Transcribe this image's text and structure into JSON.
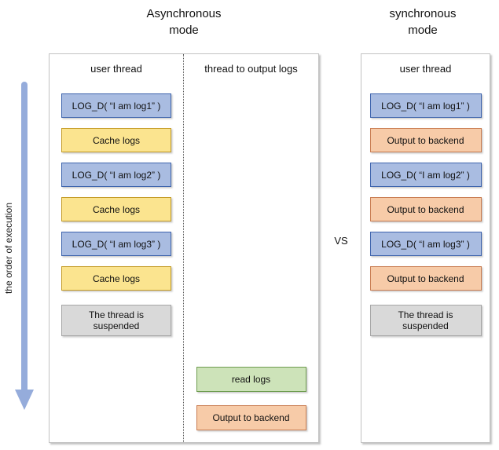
{
  "palette": {
    "blue": {
      "fill": "#a9bce1",
      "border": "#3e64ad"
    },
    "yellow": {
      "fill": "#fbe48f",
      "border": "#c49b26"
    },
    "orange": {
      "fill": "#f7cba8",
      "border": "#c97d52"
    },
    "green": {
      "fill": "#cde3b9",
      "border": "#6e9c50"
    },
    "gray": {
      "fill": "#d9d9d9",
      "border": "#a6a6a6"
    },
    "arrow": {
      "fill": "#95acdb",
      "border": "#95acdb"
    }
  },
  "execution_axis_label": "the order of execution",
  "vs_label": "VS",
  "async_panel": {
    "title_line1": "Asynchronous",
    "title_line2": "mode",
    "user_thread": {
      "header": "user thread",
      "boxes": [
        {
          "label": "LOG_D( “I am log1” )",
          "color": "blue"
        },
        {
          "label": "Cache logs",
          "color": "yellow"
        },
        {
          "label": "LOG_D( “I am log2” )",
          "color": "blue"
        },
        {
          "label": "Cache logs",
          "color": "yellow"
        },
        {
          "label": "LOG_D( “I am log3” )",
          "color": "blue"
        },
        {
          "label": "Cache logs",
          "color": "yellow"
        },
        {
          "label": "The thread is suspended",
          "color": "gray"
        }
      ]
    },
    "output_thread": {
      "header": "thread to output logs",
      "boxes": [
        {
          "label": "read logs",
          "color": "green"
        },
        {
          "label": "Output to backend",
          "color": "orange"
        }
      ]
    }
  },
  "sync_panel": {
    "title_line1": "synchronous",
    "title_line2": "mode",
    "user_thread": {
      "header": "user thread",
      "boxes": [
        {
          "label": "LOG_D( “I am log1” )",
          "color": "blue"
        },
        {
          "label": "Output to backend",
          "color": "orange"
        },
        {
          "label": "LOG_D( “I am log2” )",
          "color": "blue"
        },
        {
          "label": "Output to backend",
          "color": "orange"
        },
        {
          "label": "LOG_D( “I am log3” )",
          "color": "blue"
        },
        {
          "label": "Output to backend",
          "color": "orange"
        },
        {
          "label": "The thread is suspended",
          "color": "gray"
        }
      ]
    }
  }
}
